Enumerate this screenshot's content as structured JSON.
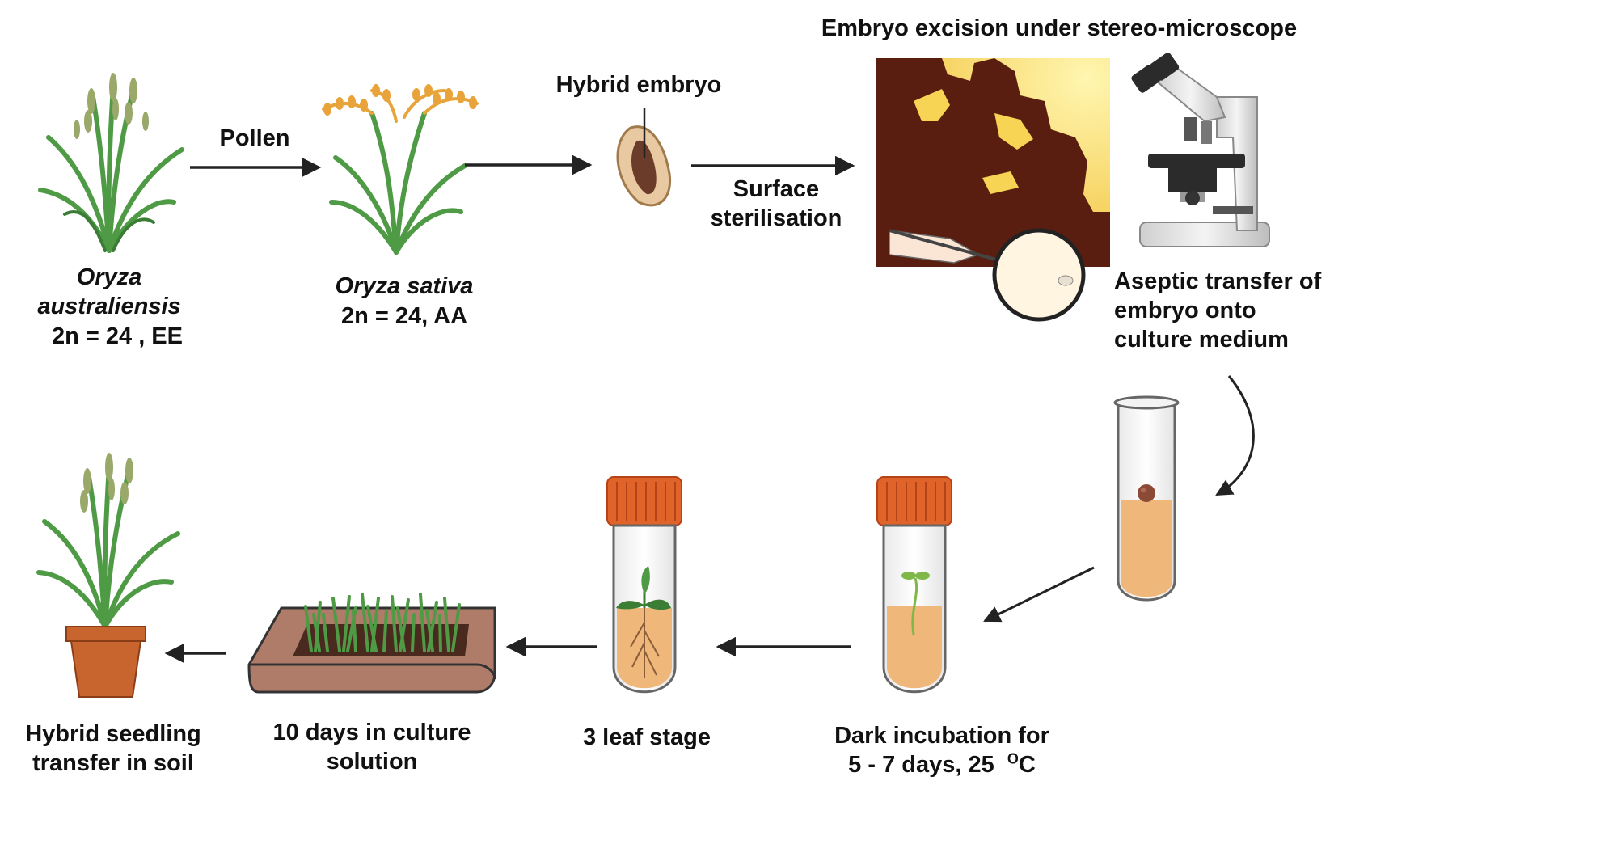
{
  "labels": {
    "o_australiensis_name": [
      "Oryza",
      "australiensis"
    ],
    "o_australiensis_chrom": "2n = 24 , EE",
    "o_sativa_name": "Oryza sativa",
    "o_sativa_chrom": "2n = 24, AA",
    "pollen": "Pollen",
    "hybrid_embryo": "Hybrid embryo",
    "surface_sterilisation": [
      "Surface",
      "sterilisation"
    ],
    "embryo_excision": "Embryo excision under stereo-microscope",
    "aseptic_transfer": [
      "Aseptic transfer of",
      "embryo onto",
      "culture medium"
    ],
    "dark_incubation_line1": "Dark incubation for",
    "dark_incubation_line2": "5 - 7 days,  25",
    "temp_sup": "O",
    "temp_unit": "C",
    "three_leaf": "3 leaf stage",
    "culture_days": [
      "10 days in culture",
      "solution"
    ],
    "hybrid_transfer": [
      "Hybrid seedling",
      "transfer in soil"
    ]
  },
  "colors": {
    "leaf_green": "#4e9a45",
    "rice_grain": "#e8a43a",
    "medium": "#efb77a",
    "cap": "#e0642a",
    "dark_frame": "#5a1e10",
    "frame_yellow": "#f7d453",
    "tray": "#b07c6a",
    "pot": "#c8642e"
  }
}
